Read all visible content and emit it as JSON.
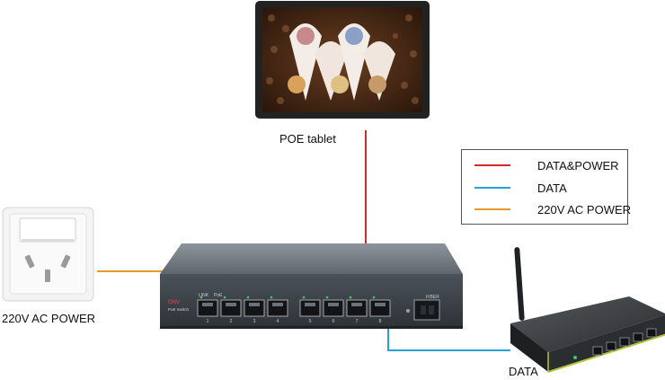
{
  "labels": {
    "tablet": "POE tablet",
    "outlet": "220V AC POWER",
    "router": "DATA"
  },
  "legend": {
    "items": [
      {
        "label": "DATA&POWER",
        "color": "#d42a2a"
      },
      {
        "label": "DATA",
        "color": "#2aa0d8"
      },
      {
        "label": "220V AC POWER",
        "color": "#e79a2a"
      }
    ]
  },
  "switch": {
    "brand": "ONV",
    "subtitle": "PoE Switch",
    "link_label": "LINK",
    "poe_label": "PoE",
    "fiber_label": "FIBER",
    "port_numbers": [
      "1",
      "2",
      "3",
      "4",
      "5",
      "6",
      "7",
      "8"
    ]
  },
  "colors": {
    "data_power": "#d42a2a",
    "data": "#2aa0d8",
    "ac_power": "#e79a2a"
  },
  "icons": [
    "tablet-image",
    "wall-outlet-image",
    "poe-switch-image",
    "wireless-router-image"
  ]
}
